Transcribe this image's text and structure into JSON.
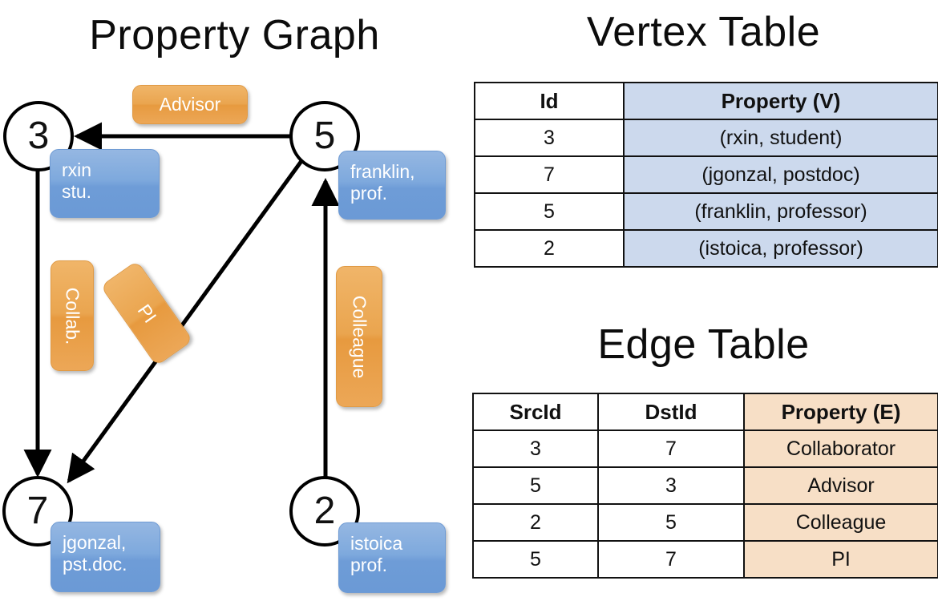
{
  "titles": {
    "property_graph": "Property Graph",
    "vertex_table": "Vertex Table",
    "edge_table": "Edge Table"
  },
  "graph": {
    "nodes": [
      {
        "id": "3",
        "property": "rxin\nstu.",
        "prop_line1": "rxin",
        "prop_line2": "stu."
      },
      {
        "id": "5",
        "property": "franklin,\nprof.",
        "prop_line1": "franklin,",
        "prop_line2": "prof."
      },
      {
        "id": "7",
        "property": "jgonzal,\npst.doc.",
        "prop_line1": "jgonzal,",
        "prop_line2": "pst.doc."
      },
      {
        "id": "2",
        "property": "istoica\nprof.",
        "prop_line1": "istoica",
        "prop_line2": "prof."
      }
    ],
    "edge_labels": {
      "advisor": "Advisor",
      "collab": "Collab.",
      "pi": "PI",
      "colleague": "Colleague"
    },
    "edges": [
      {
        "src": "5",
        "dst": "3",
        "label": "Advisor"
      },
      {
        "src": "3",
        "dst": "7",
        "label": "Collab."
      },
      {
        "src": "5",
        "dst": "7",
        "label": "PI"
      },
      {
        "src": "2",
        "dst": "5",
        "label": "Colleague"
      }
    ]
  },
  "vertex_table": {
    "headers": [
      "Id",
      "Property (V)"
    ],
    "rows": [
      {
        "id": "3",
        "property": "(rxin, student)"
      },
      {
        "id": "7",
        "property": "(jgonzal, postdoc)"
      },
      {
        "id": "5",
        "property": "(franklin, professor)"
      },
      {
        "id": "2",
        "property": "(istoica, professor)"
      }
    ]
  },
  "edge_table": {
    "headers": [
      "SrcId",
      "DstId",
      "Property (E)"
    ],
    "rows": [
      {
        "src": "3",
        "dst": "7",
        "property": "Collaborator"
      },
      {
        "src": "5",
        "dst": "3",
        "property": "Advisor"
      },
      {
        "src": "2",
        "dst": "5",
        "property": "Colleague"
      },
      {
        "src": "5",
        "dst": "7",
        "property": "PI"
      }
    ]
  },
  "colors": {
    "vertex_property_fill": "#ccd9ed",
    "edge_property_fill": "#f7dfc6",
    "node_callout_blue": "#7ea9dd",
    "edge_callout_orange": "#eaa54f",
    "stroke": "#111111",
    "background": "#ffffff"
  }
}
